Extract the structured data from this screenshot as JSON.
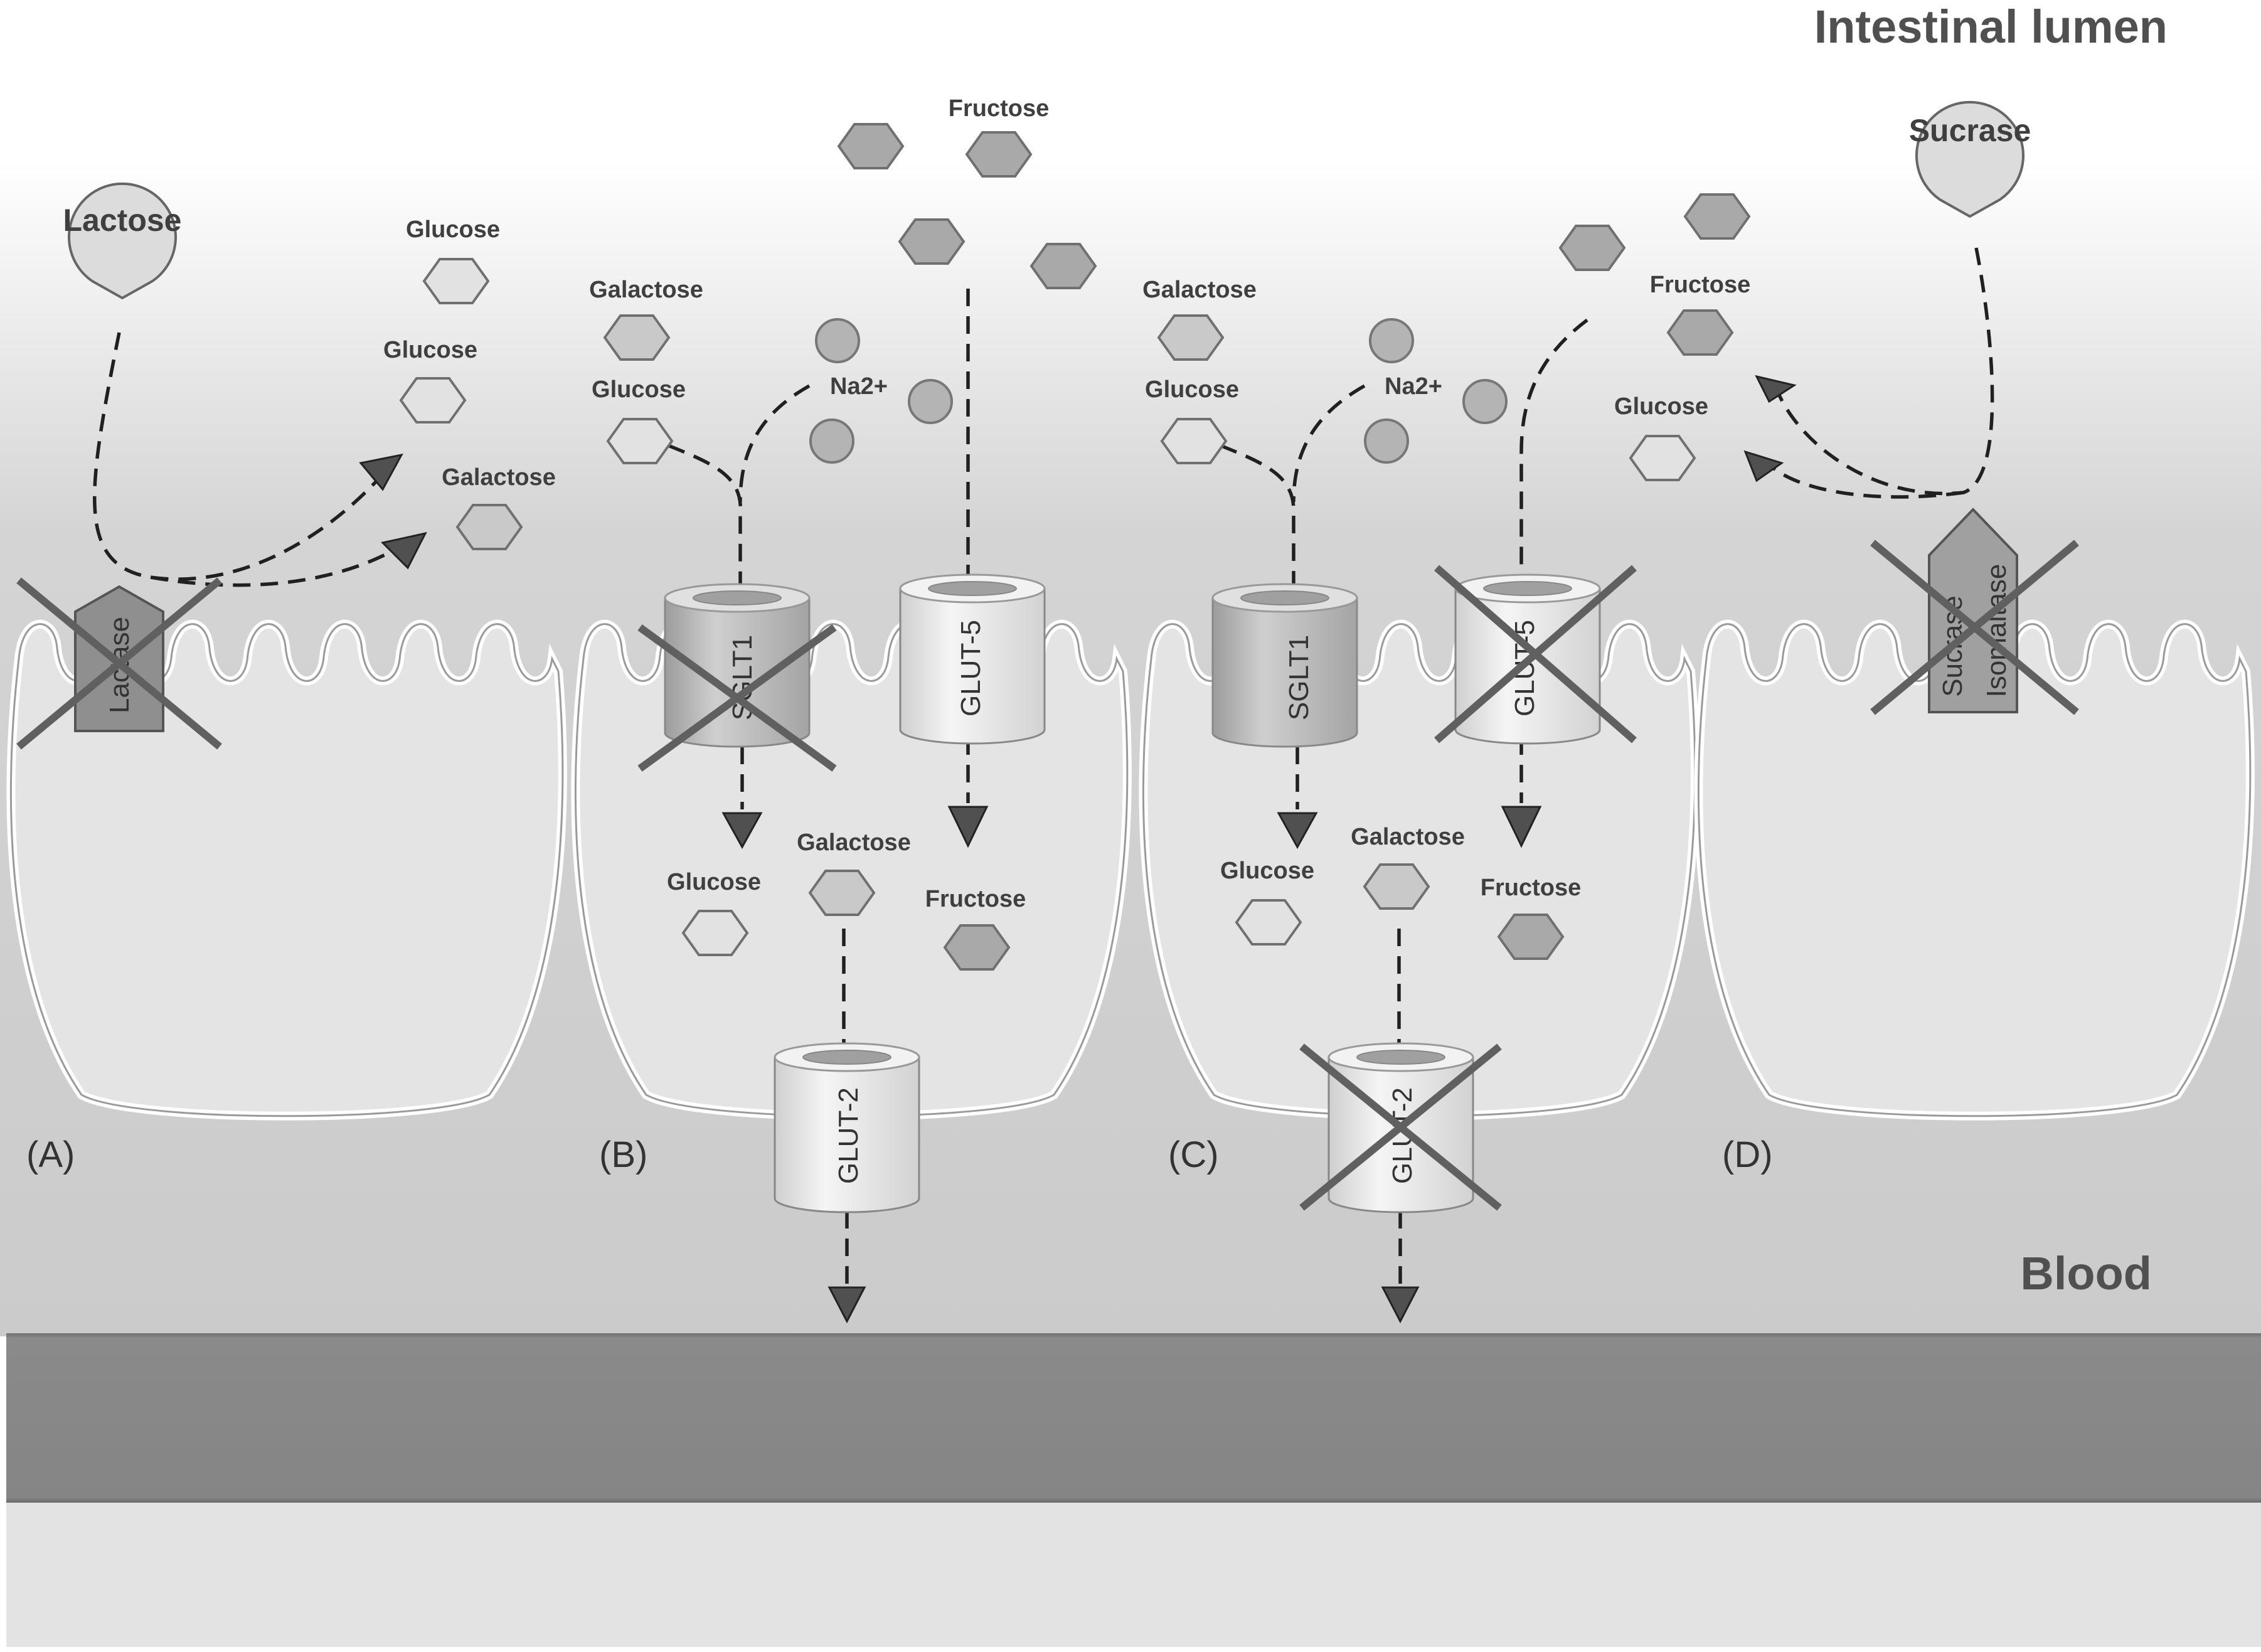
{
  "regions": {
    "lumen": "Intestinal lumen",
    "blood": "Blood"
  },
  "panels": [
    "(A)",
    "(B)",
    "(C)",
    "(D)"
  ],
  "enzymes": {
    "lactose_label": "Lactose",
    "sucrase_label": "Sucrase",
    "lactase": "Lactase",
    "sucrase_isomaltase_line1": "Sucrase",
    "sucrase_isomaltase_line2": "Isomaltase"
  },
  "transporters": {
    "sglt1": "SGLT1",
    "glut5": "GLUT-5",
    "glut2": "GLUT-2"
  },
  "molecules": {
    "glucose": "Glucose",
    "galactose": "Galactose",
    "fructose": "Fructose",
    "na": "Na2+"
  },
  "colors": {
    "glucose": "#e2e2e2",
    "galactose": "#c9c9c9",
    "fructose": "#a9a9a9",
    "sodium": "#b4b4b4",
    "blood_band": "#858585",
    "cell": "#e4e4e4",
    "cross": "#606060"
  }
}
